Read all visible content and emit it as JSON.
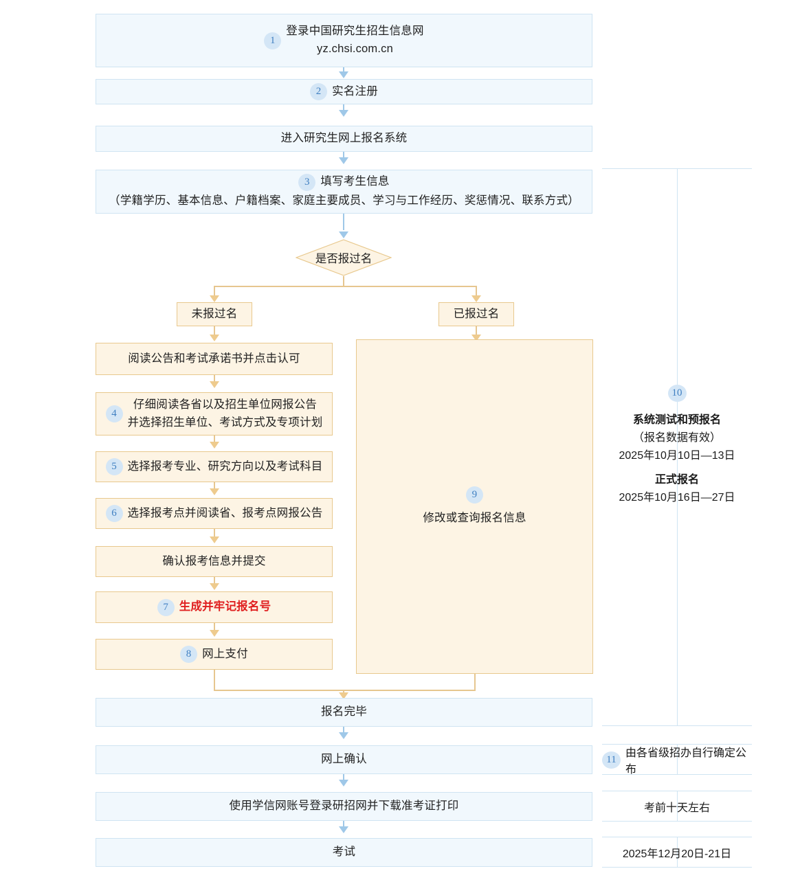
{
  "meta": {
    "title": "全国硕士研究生招生考试网上报名流程图",
    "colors": {
      "blue_fill": "#f1f8fd",
      "blue_border": "#cfe4f2",
      "blue_arrow": "#9fc8e8",
      "cream_fill": "#fdf4e4",
      "cream_border": "#e8c88d",
      "cream_arrow": "#eecb8e",
      "badge_fill": "#d4e6f6",
      "badge_text": "#3f7fc1",
      "alert_red": "#e02020"
    }
  },
  "flow": {
    "step1": {
      "badge": "1",
      "line1": "登录中国研究生招生信息网",
      "line2": "yz.chsi.com.cn"
    },
    "step2": {
      "badge": "2",
      "label": "实名注册"
    },
    "step_enter_system": {
      "label": "进入研究生网上报名系统"
    },
    "step3": {
      "badge": "3",
      "line1": "填写考生信息",
      "line2": "（学籍学历、基本信息、户籍档案、家庭主要成员、学习与工作经历、奖惩情况、联系方式）"
    },
    "decision": {
      "label": "是否报过名"
    },
    "branch_left": {
      "label": "未报过名"
    },
    "branch_right": {
      "label": "已报过名"
    },
    "left_path": [
      {
        "badge": "",
        "label": "阅读公告和考试承诺书并点击认可"
      },
      {
        "badge": "4",
        "line1": "仔细阅读各省以及招生单位网报公告",
        "line2": "并选择招生单位、考试方式及专项计划"
      },
      {
        "badge": "5",
        "label": "选择报考专业、研究方向以及考试科目"
      },
      {
        "badge": "6",
        "label": "选择报考点并阅读省、报考点网报公告"
      },
      {
        "badge": "",
        "label": "确认报考信息并提交"
      },
      {
        "badge": "7",
        "label": "生成并牢记报名号",
        "emphasis": "red"
      },
      {
        "badge": "8",
        "label": "网上支付"
      }
    ],
    "right_path": {
      "badge": "9",
      "label": "修改或查询报名信息"
    },
    "tail": [
      {
        "label": "报名完毕"
      },
      {
        "label": "网上确认"
      },
      {
        "label": "使用学信网账号登录研招网并下载准考证打印"
      },
      {
        "label": "考试"
      }
    ]
  },
  "timeline": {
    "registration": {
      "badge": "10",
      "line1": "系统测试和预报名",
      "line2": "（报名数据有效）",
      "line3": "2025年10月10日—13日",
      "line4": "正式报名",
      "line5": "2025年10月16日—27日"
    },
    "confirm": {
      "badge": "11",
      "label": "由各省级招办自行确定公布"
    },
    "admission_ticket": {
      "label": "考前十天左右"
    },
    "exam": {
      "label": "2025年12月20日-21日"
    }
  }
}
